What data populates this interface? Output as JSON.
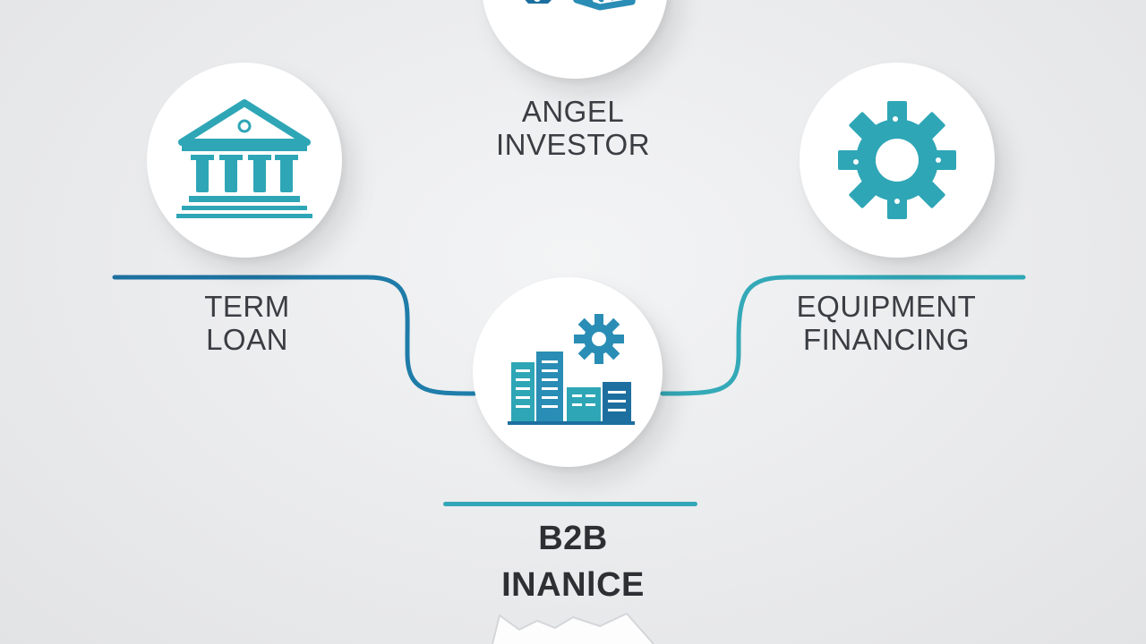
{
  "diagram": {
    "nodes": [
      {
        "id": "angel-investor",
        "label_lines": [
          "ANGEL",
          "INVESTOR"
        ],
        "icon": "handshake-icon"
      },
      {
        "id": "term-loan",
        "label_lines": [
          "TERM",
          "LOAN"
        ],
        "icon": "bank-building-icon"
      },
      {
        "id": "equipment-financing",
        "label_lines": [
          "EQUIPMENT",
          "FINANCING"
        ],
        "icon": "gear-icon"
      },
      {
        "id": "b2b-finance",
        "label_lines": [
          "B2B",
          "INANlCE"
        ],
        "icon": "factory-buildings-gear-icon"
      }
    ],
    "colors": {
      "dark_blue": "#1d6f9f",
      "teal": "#2ea9b8",
      "light_teal": "#3cb6c4",
      "background": "#ebeced",
      "text": "#3a3d42"
    }
  }
}
